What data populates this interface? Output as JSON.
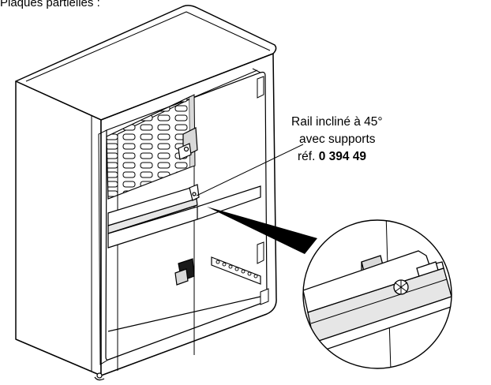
{
  "page": {
    "title": "Plaques partielles :"
  },
  "callout": {
    "line1": "Rail incliné à 45°",
    "line2": "avec supports",
    "line3_prefix": "réf.",
    "line3_ref": "0 394 49"
  },
  "colors": {
    "ink": "#000000",
    "panel_shade": "#d9d9d9",
    "rail_shade": "#e6e6e6",
    "background": "#ffffff"
  },
  "icons": {
    "cabinet": "enclosure-cabinet-illustration",
    "zoom": "magnified-detail-circle"
  }
}
